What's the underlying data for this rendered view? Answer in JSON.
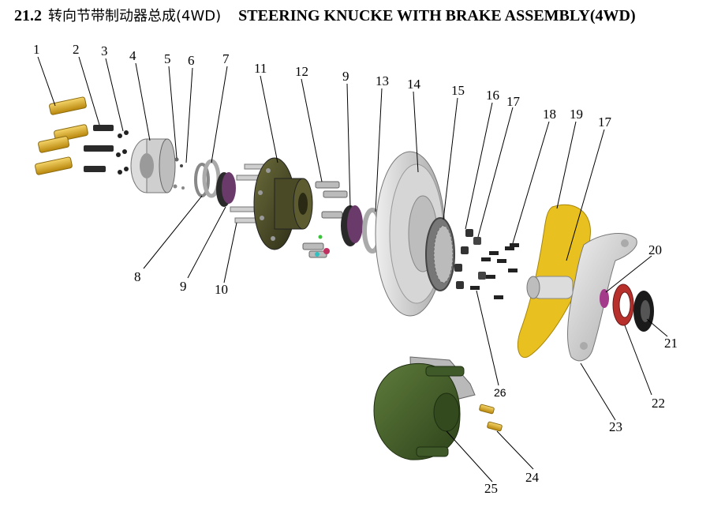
{
  "title": {
    "number": "21.2",
    "chinese": "转向节带制动器总成(4WD)",
    "english": "STEERING KNUCKE WITH BRAKE ASSEMBLY(4WD)"
  },
  "callouts": [
    "1",
    "2",
    "3",
    "4",
    "5",
    "6",
    "7",
    "8",
    "9",
    "10",
    "11",
    "12",
    "9",
    "13",
    "14",
    "15",
    "16",
    "17",
    "18",
    "19",
    "17",
    "20",
    "21",
    "22",
    "23",
    "24",
    "25",
    "26"
  ],
  "colors": {
    "brass": "#d9a520",
    "rotor": "#cfcfcf",
    "hub": "#4a4a26",
    "seal": "#6a3a6a",
    "shield": "#e8c020",
    "caliper": "#3f5a28",
    "knuckle": "#d6d6d6",
    "bolt": "#2a2a2a"
  }
}
